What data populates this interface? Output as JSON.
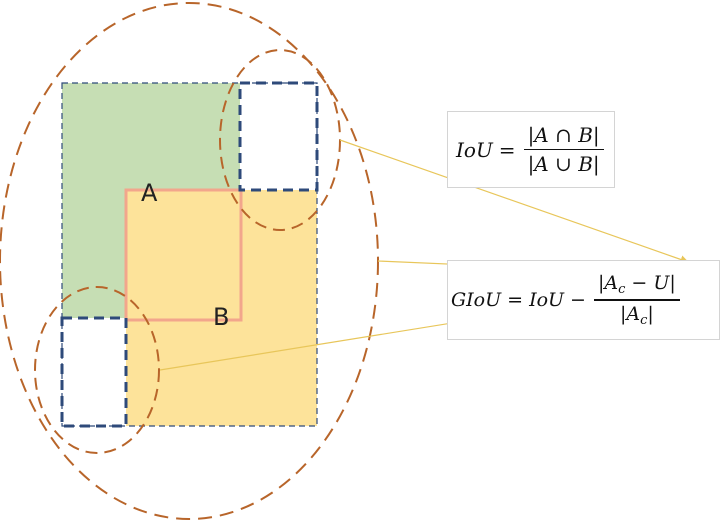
{
  "labels": {
    "a": "A",
    "b": "B"
  },
  "iou_formula": {
    "lhs": "IoU",
    "equals": "=",
    "numerator": "|A ∩ B|",
    "denominator": "|A ∪ B|"
  },
  "giou_formula": {
    "lhs": "GIoU",
    "equals": "=",
    "rhs_term": "IoU",
    "minus": "−",
    "numerator_pre": "|A",
    "numerator_sub": "c",
    "numerator_post": " − U|",
    "denominator_pre": "|A",
    "denominator_sub": "c",
    "denominator_post": "|"
  },
  "colors": {
    "box_a_fill": "#c6deb4",
    "box_b_fill": "#fde39a",
    "box_b_stroke": "#f2a68c",
    "dashed_box_stroke": "#2e4a7a",
    "ellipse_stroke": "#b8652a",
    "arrow": "#e8c65a"
  }
}
